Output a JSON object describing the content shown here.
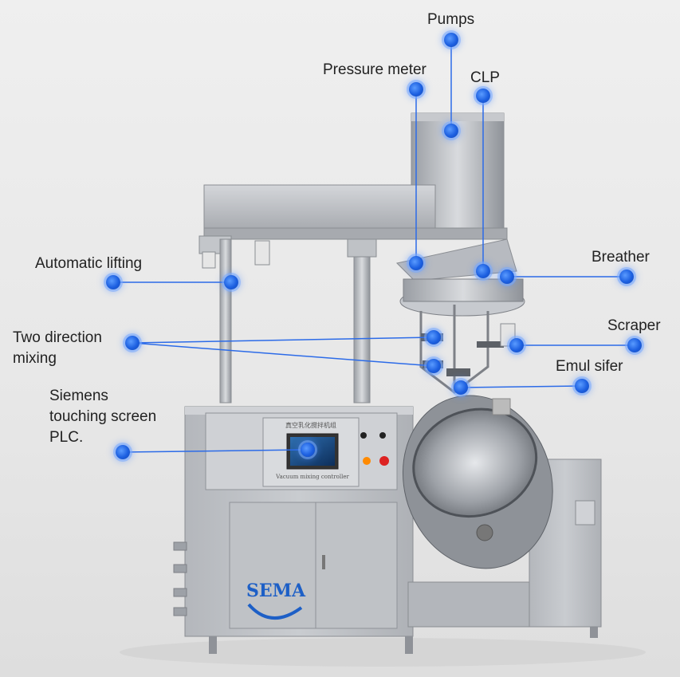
{
  "labels": {
    "pumps": "Pumps",
    "pressure_meter": "Pressure meter",
    "clp": "CLP",
    "automatic_lifting": "Automatic lifting",
    "breather": "Breather",
    "two_direction_1": "Two direction",
    "two_direction_2": "mixing",
    "scraper": "Scraper",
    "emulsifier": "Emul sifer",
    "siemens_1": "Siemens",
    "siemens_2": "touching screen",
    "siemens_3": "PLC."
  },
  "panel_text": {
    "control_title": "真空乳化搅拌机组",
    "controller_caption": "Vacuum mixing controller",
    "logo": "SEMA"
  },
  "colors": {
    "dot": "#1c5fe0",
    "leader": "#2c6be8",
    "steel": "#b9bcc1"
  }
}
